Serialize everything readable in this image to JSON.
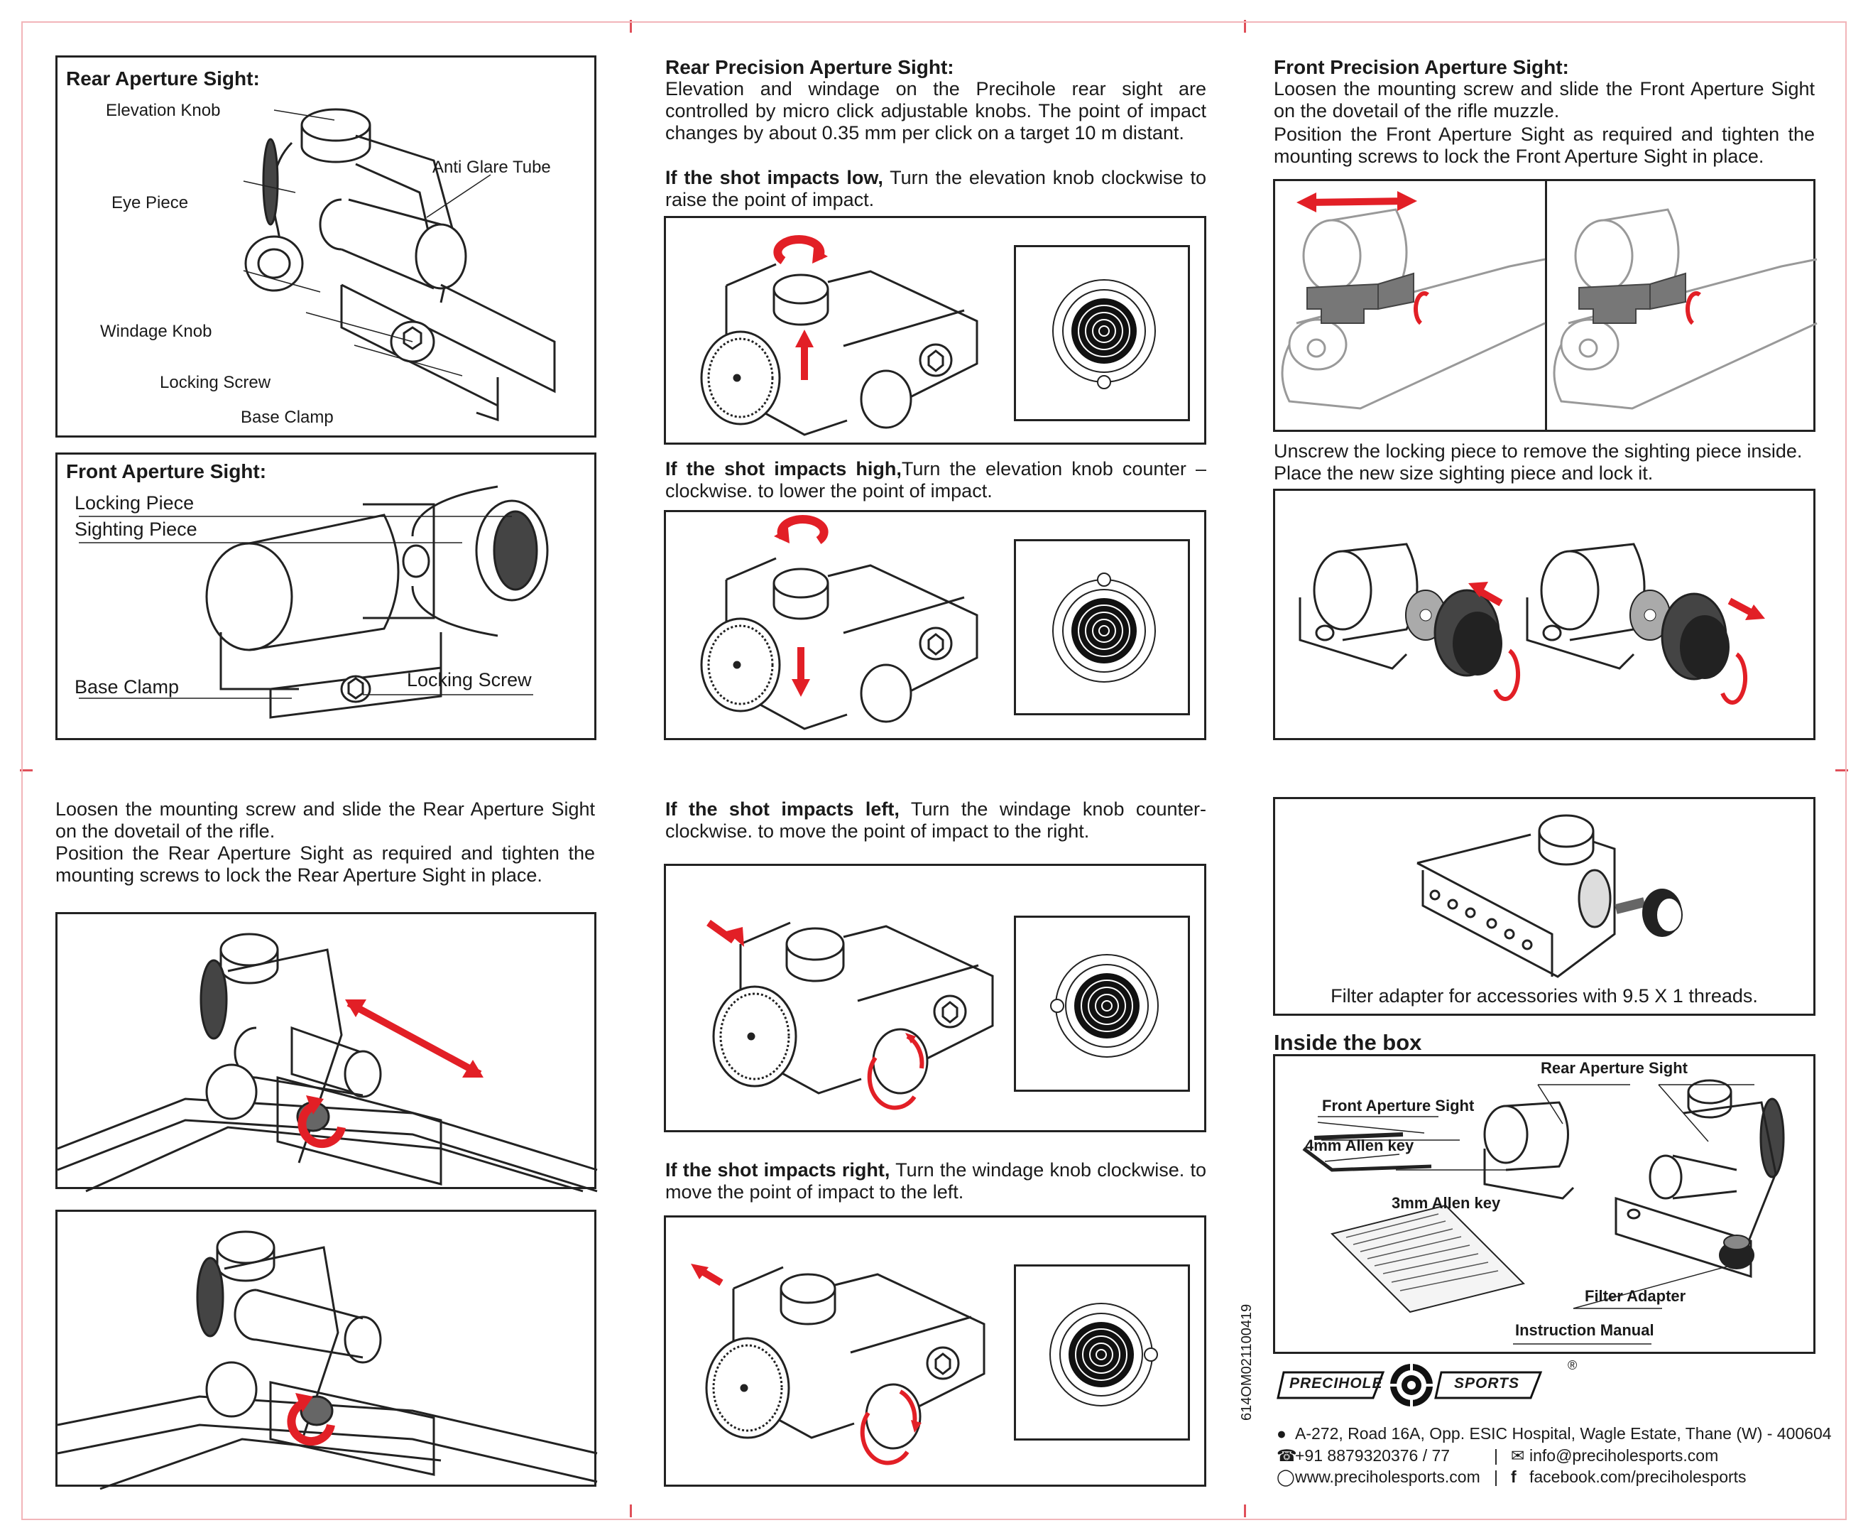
{
  "rear_aperture": {
    "title": "Rear Aperture Sight:",
    "labels": {
      "elevation": "Elevation Knob",
      "anti_glare": "Anti Glare Tube",
      "eye_piece": "Eye Piece",
      "windage": "Windage Knob",
      "locking_screw": "Locking Screw",
      "base_clamp": "Base Clamp"
    }
  },
  "front_aperture": {
    "title": "Front Aperture Sight:",
    "labels": {
      "locking_piece": "Locking Piece",
      "sighting_piece": "Sighting Piece",
      "base_clamp": "Base Clamp",
      "locking_screw": "Locking Screw"
    }
  },
  "rear_precision": {
    "title": "Rear Precision Aperture Sight:",
    "intro": "Elevation and windage on the Precihole rear sight are controlled by micro click adjustable knobs. The point of impact changes by about 0.35 mm per click on a target 10 m distant.",
    "low_bold": "If the shot impacts low,",
    "low_text": " Turn the elevation knob clockwise to raise the point of impact.",
    "high_bold": "If the shot impacts high,",
    "high_text": "Turn the elevation knob counter – clockwise. to lower the point of impact.",
    "left_bold": "If the shot impacts left,",
    "left_text": " Turn the windage knob counter-clockwise. to move the point of impact to the right.",
    "right_bold": "If the shot impacts right,",
    "right_text": " Turn the windage knob clockwise. to move the point of impact to the left."
  },
  "front_precision": {
    "title": "Front Precision Aperture Sight:",
    "p1": "Loosen the mounting screw and slide the Front Aperture Sight on the dovetail of the rifle muzzle.",
    "p2": "Position the Front Aperture Sight as required and tighten the mounting screws to lock the Front Aperture Sight in place.",
    "unscrew": "Unscrew the locking piece to remove the sighting piece inside. Place the new size sighting piece and lock it."
  },
  "rear_mounting": {
    "p1": "Loosen the mounting screw and slide the Rear Aperture Sight on the dovetail of the rifle.",
    "p2": "Position the Rear Aperture Sight as required and tighten the mounting screws to lock the Rear Aperture Sight in place."
  },
  "filter": {
    "caption": "Filter adapter for accessories with 9.5 X 1 threads."
  },
  "inside_box": {
    "title": "Inside the box",
    "items": {
      "rear": "Rear Aperture Sight",
      "front": "Front Aperture Sight",
      "key4": "4mm Allen key",
      "key3": "3mm Allen key",
      "filter": "Filter Adapter",
      "manual": "Instruction Manual"
    }
  },
  "brand": {
    "left": "PRECIHOLE",
    "right": "SPORTS",
    "reg": "®"
  },
  "contact": {
    "address": "A-272, Road 16A, Opp. ESIC Hospital, Wagle Estate, Thane (W) - 400604",
    "phone": "+91 8879320376 / 77",
    "email": "info@preciholesports.com",
    "web": "www.preciholesports.com",
    "facebook": "facebook.com/preciholesports",
    "sep": "|"
  },
  "code": "614OM021100419",
  "colors": {
    "accent": "#e21f26",
    "line": "#222222",
    "cut": "#e0505a"
  }
}
